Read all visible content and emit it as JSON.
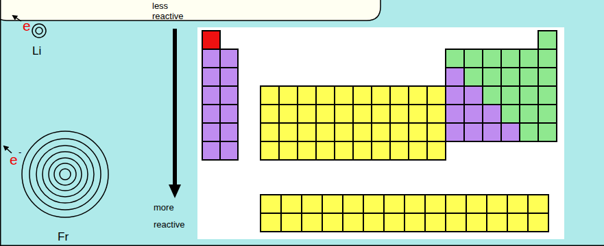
{
  "diagram": {
    "labels": [
      "less reactive",
      "e",
      "Li",
      "e",
      "-",
      "Fr",
      "more reactive"
    ]
  }
}
